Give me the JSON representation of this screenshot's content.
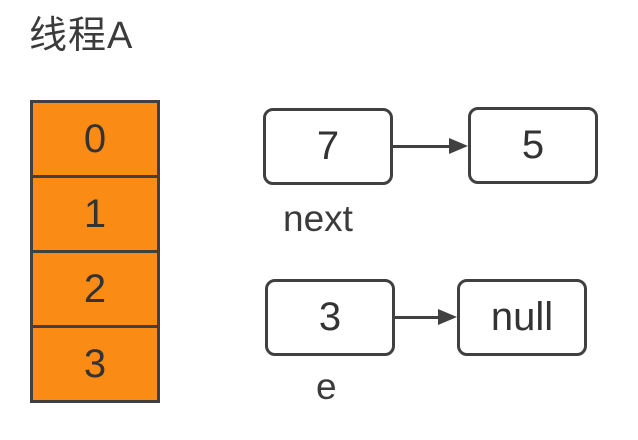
{
  "title": "线程A",
  "colors": {
    "array_fill": "#fa8c16",
    "stroke": "#404040",
    "text": "#3b3b3b",
    "node_fill": "#ffffff",
    "background": "#ffffff"
  },
  "array": {
    "cells": [
      "0",
      "1",
      "2",
      "3"
    ]
  },
  "lists": [
    {
      "label": "next",
      "from": "7",
      "to": "5"
    },
    {
      "label": "e",
      "from": "3",
      "to": "null"
    }
  ]
}
